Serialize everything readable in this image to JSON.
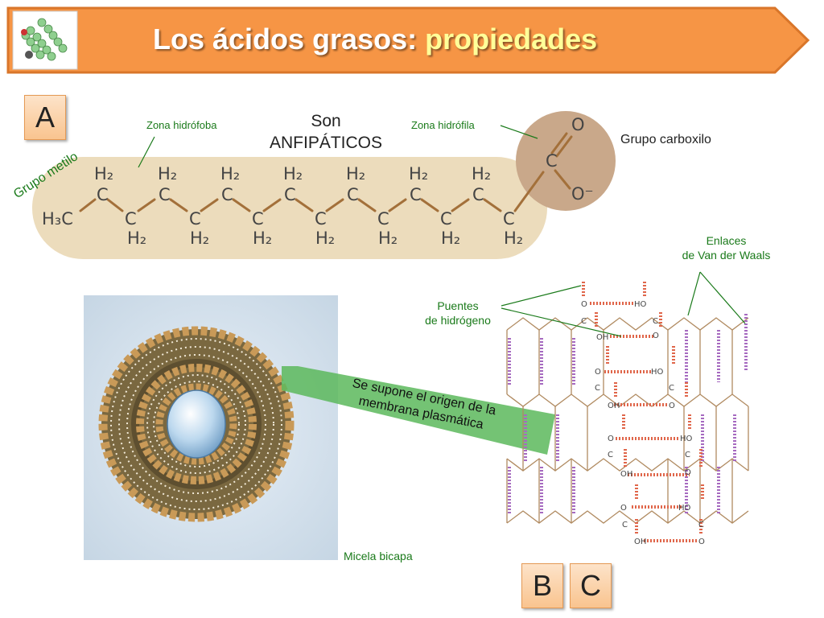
{
  "title": {
    "main": "Los ácidos grasos:",
    "highlight": "propiedades"
  },
  "panels": {
    "a": "A",
    "b": "B",
    "c": "C"
  },
  "labels": {
    "hydrophobic_zone": "Zona hidrófoba",
    "hydrophilic_zone": "Zona hidrófila",
    "amphipathic_line1": "Son",
    "amphipathic_line2": "ANFIPÁTICOS",
    "carboxyl_group": "Grupo carboxilo",
    "methyl_group": "Grupo metilo",
    "hydrogen_bonds_line1": "Puentes",
    "hydrogen_bonds_line2": "de hidrógeno",
    "vdw_line1": "Enlaces",
    "vdw_line2": "de Van der Waals",
    "bilayer_micelle": "Micela bicapa"
  },
  "note": {
    "line1": "Se supone el origen de la",
    "line2": "membrana plasmática"
  },
  "molecule": {
    "terminal_group": "H₃C",
    "chain_atom": "C",
    "hydrogens": "H₂",
    "carbonyl_oxygen": "O",
    "ionized_oxygen": "O⁻"
  },
  "lattice": {
    "oxygen": "O",
    "carbon": "C",
    "hydroxyl": "OH",
    "hydroxyl_reversed": "HO"
  },
  "colors": {
    "banner": "#f69545",
    "banner_border": "#d9762a",
    "chain_background": "#ecdcbc",
    "carboxyl_circle": "#c9a88a",
    "label_green": "#1a7a1a",
    "note_green": "#5cb85c",
    "hbond_red": "#e0664a",
    "vdw_purple": "#a66ac0"
  }
}
